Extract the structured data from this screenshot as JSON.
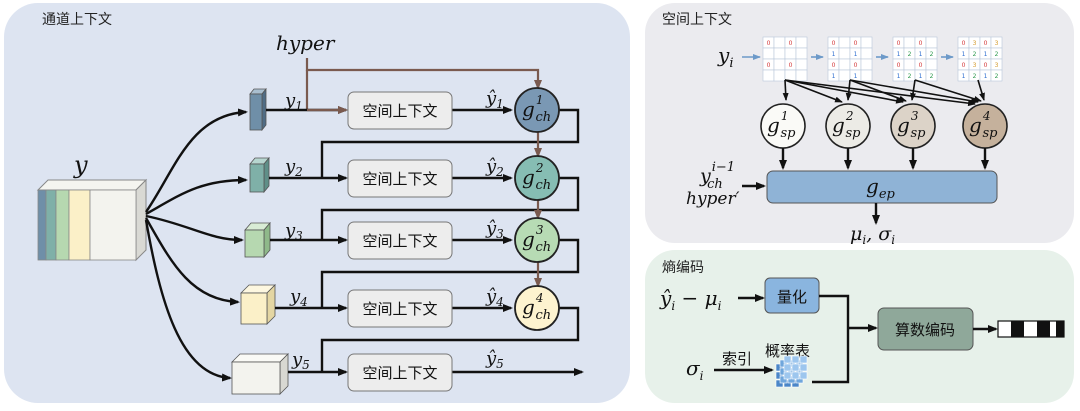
{
  "panels": {
    "channel": {
      "title": "通道上下文"
    },
    "spatial": {
      "title": "空间上下文"
    },
    "entropy": {
      "title": "熵编码"
    }
  },
  "channel": {
    "input_label": "y",
    "hyper_label": "hyper",
    "box_label": "空间上下文",
    "slices": [
      {
        "y": "y",
        "sub": "1",
        "yhat": "ŷ",
        "color": "#6f8fa8"
      },
      {
        "y": "y",
        "sub": "2",
        "yhat": "ŷ",
        "color": "#7fb0a8"
      },
      {
        "y": "y",
        "sub": "3",
        "yhat": "ŷ",
        "color": "#b6d8b0"
      },
      {
        "y": "y",
        "sub": "4",
        "yhat": "ŷ",
        "color": "#fbf0c8"
      },
      {
        "y": "y",
        "sub": "5",
        "yhat": "ŷ",
        "color": "#f3f3ee"
      }
    ],
    "gch": [
      {
        "base": "g",
        "sup": "1",
        "sub": "ch",
        "color": "#7a98b4"
      },
      {
        "base": "g",
        "sup": "2",
        "sub": "ch",
        "color": "#86bdb3"
      },
      {
        "base": "g",
        "sup": "3",
        "sub": "ch",
        "color": "#b7dbb4"
      },
      {
        "base": "g",
        "sup": "4",
        "sub": "ch",
        "color": "#fdf3cf"
      }
    ]
  },
  "spatial": {
    "yi_base": "y",
    "yi_sub": "i",
    "gsp": [
      {
        "base": "g",
        "sup": "1",
        "sub": "sp",
        "color": "#fafaf7"
      },
      {
        "base": "g",
        "sup": "2",
        "sub": "sp",
        "color": "#ecebe6"
      },
      {
        "base": "g",
        "sup": "3",
        "sub": "sp",
        "color": "#dcd3c8"
      },
      {
        "base": "g",
        "sup": "4",
        "sub": "sp",
        "color": "#c5b19c"
      }
    ],
    "gep_base": "g",
    "gep_sub": "ep",
    "ych_base": "y",
    "ych_sub": "ch",
    "ych_sup": "i−1",
    "hyper_prime": "hyper′",
    "out_label": "μ",
    "out_sub": "i",
    "out_sep": ", ",
    "out_label2": "σ",
    "grid_digits": [
      "0",
      "1",
      "2",
      "3"
    ]
  },
  "entropy": {
    "in1": "ŷ",
    "in1_sub": "i",
    "in1_minus": " − ",
    "in1_mu": "μ",
    "in1_mu_sub": "i",
    "in2": "σ",
    "in2_sub": "i",
    "quantize": "量化",
    "index": "索引",
    "prob_table": "概率表",
    "arith": "算数编码"
  },
  "colors": {
    "channel_bg": "#dde4f1",
    "spatial_bg": "#ebebef",
    "entropy_bg": "#e7f1ea",
    "box_fill": "#ededed",
    "gep_fill": "#8fb3d6",
    "quant_fill": "#8ab5df",
    "arith_fill": "#8fa89a",
    "brown": "#7a5a4f"
  }
}
